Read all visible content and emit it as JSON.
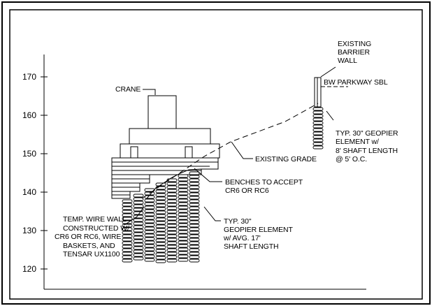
{
  "y_axis": {
    "ticks": [
      "170",
      "160",
      "150",
      "140",
      "130",
      "120"
    ]
  },
  "labels": {
    "crane": "CRANE",
    "existing_barrier_wall": [
      "EXISTING",
      "BARRIER",
      "WALL"
    ],
    "bw_parkway_sbl": "BW PARKWAY SBL",
    "existing_grade": "EXISTING GRADE",
    "benches": [
      "BENCHES TO ACCEPT",
      "CR6 OR RC6"
    ],
    "typ_geopier_top": [
      "TYP. 30\" GEOPIER",
      "ELEMENT w/",
      "8' SHAFT LENGTH",
      "@ 5' O.C."
    ],
    "temp_wire_wall": [
      "TEMP. WIRE WALL",
      "CONSTRUCTED W/",
      "CR6 OR RC6, WIRE",
      "BASKETS, AND",
      "TENSAR UX1100"
    ],
    "typ_geopier_bottom": [
      "TYP. 30\"",
      "GEOPIER ELEMENT",
      "w/ AVG. 17'",
      "SHAFT LENGTH"
    ]
  }
}
